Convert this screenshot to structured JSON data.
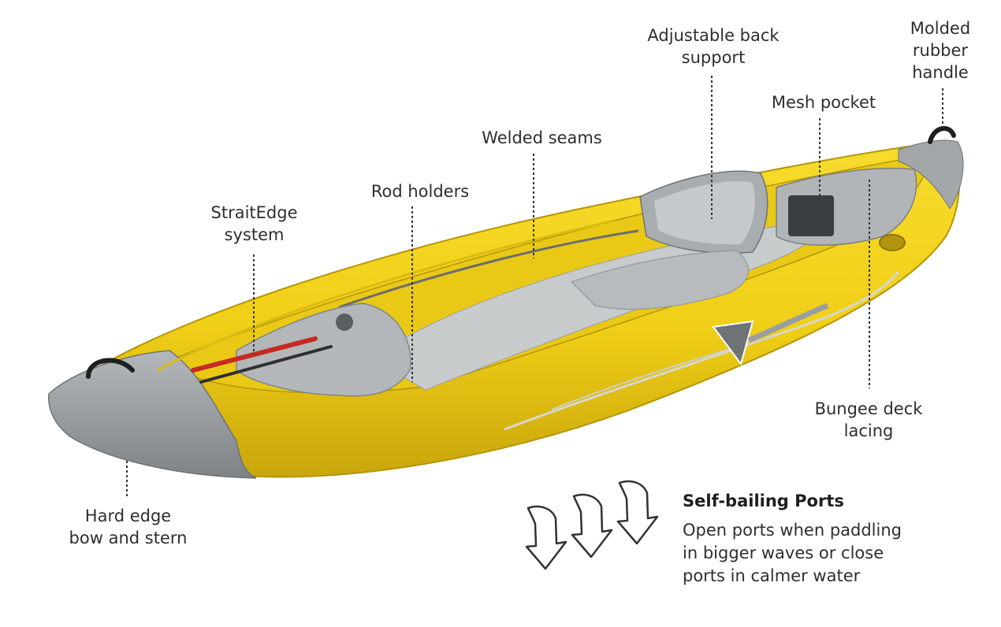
{
  "labels": {
    "back_support": [
      "Adjustable back",
      "support"
    ],
    "handle": [
      "Molded",
      "rubber",
      "handle"
    ],
    "mesh_pocket": [
      "Mesh pocket"
    ],
    "welded_seams": [
      "Welded seams"
    ],
    "rod_holders": [
      "Rod holders"
    ],
    "straitedge": [
      "StraitEdge",
      "system"
    ],
    "bungee": [
      "Bungee deck",
      "lacing"
    ],
    "hard_edge": [
      "Hard edge",
      "bow and stern"
    ]
  },
  "self_bailing": {
    "title": "Self-bailing Ports",
    "lines": [
      "Open ports when paddling",
      "in bigger waves or close",
      "ports in calmer water"
    ]
  },
  "colors": {
    "hull_yellow": "#f2d21a",
    "hull_shadow": "#c9a80c",
    "fabric_gray": "#a9adb0",
    "floor_gray": "#c7cacb",
    "bow_gray": "#8f9498",
    "leader": "#333333"
  }
}
